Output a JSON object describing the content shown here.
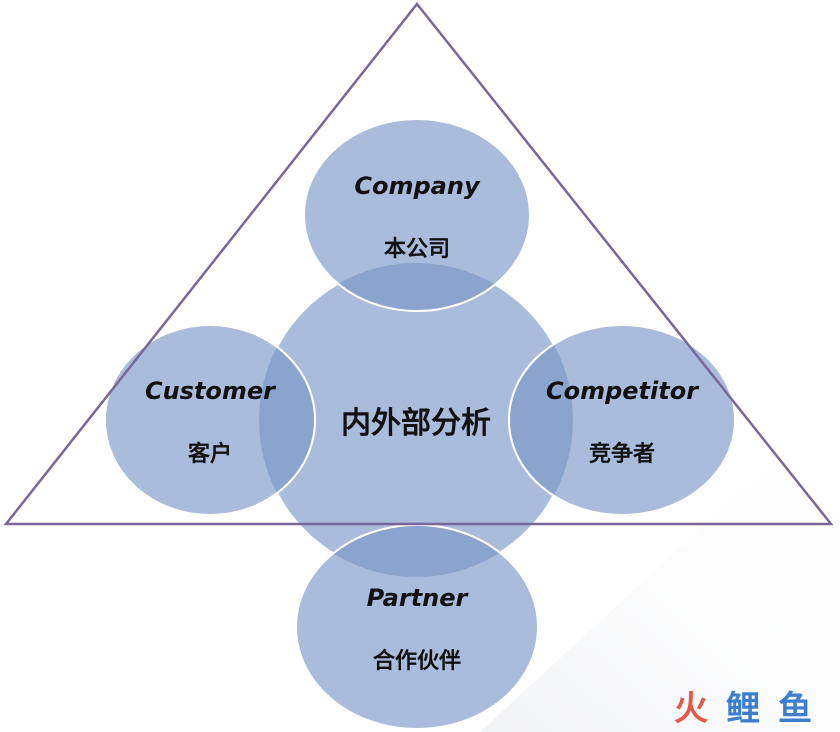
{
  "center": {
    "label": "内外部分析"
  },
  "nodes": {
    "company": {
      "en": "Company",
      "cn": "本公司"
    },
    "customer": {
      "en": "Customer",
      "cn": "客户"
    },
    "competitor": {
      "en": "Competitor",
      "cn": "竞争者"
    },
    "partner": {
      "en": "Partner",
      "cn": "合作伙伴"
    }
  },
  "watermark": {
    "chars": [
      "火",
      "鲤",
      "鱼"
    ]
  },
  "colors": {
    "circle_fill": "#a9bcdb",
    "overlap_fill": "#8aa4cd",
    "triangle_stroke": "#7a6799",
    "circle_stroke": "#ffffff",
    "watermark_fire": "#e8584a",
    "watermark_fish": "#3c7fd0"
  }
}
